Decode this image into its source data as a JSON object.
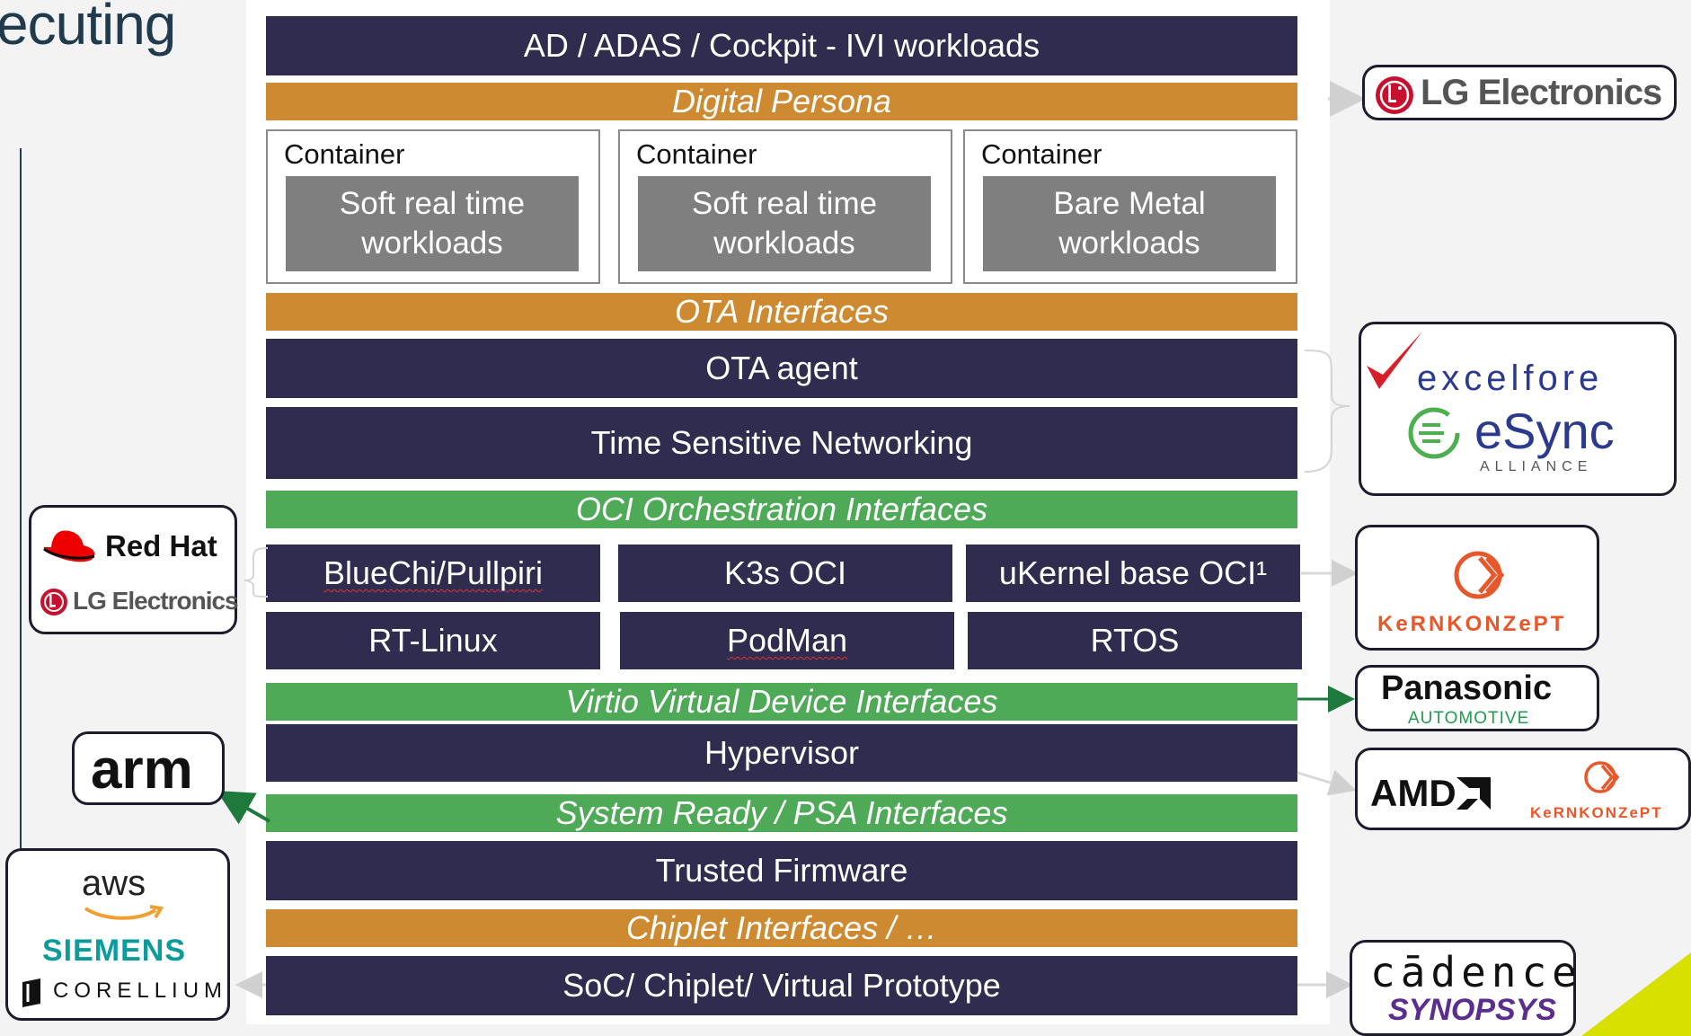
{
  "title_fragment": "ecuting",
  "stack": {
    "rows": {
      "workloads": "AD / ADAS / Cockpit - IVI workloads",
      "digital_persona": "Digital Persona",
      "ota_interfaces": "OTA Interfaces",
      "ota_agent": "OTA agent",
      "tsn": "Time Sensitive Networking",
      "oci_interfaces": "OCI Orchestration Interfaces",
      "virtio": "Virtio Virtual Device Interfaces",
      "hypervisor": "Hypervisor",
      "system_ready": "System Ready / PSA Interfaces",
      "trusted_firmware": "Trusted Firmware",
      "chiplet_interfaces": "Chiplet Interfaces / …",
      "soc": "SoC/ Chiplet/ Virtual Prototype"
    },
    "containers": [
      {
        "label": "Container",
        "content": "Soft real time\nworkloads"
      },
      {
        "label": "Container",
        "content": "Soft real time\nworkloads"
      },
      {
        "label": "Container",
        "content": "Bare Metal\nworkloads"
      }
    ],
    "grid": {
      "row1": [
        "BlueChi/Pullpiri",
        "K3s OCI",
        "uKernel base OCI¹"
      ],
      "row2": [
        "RT-Linux",
        "PodMan",
        "RTOS"
      ]
    }
  },
  "logos": {
    "lg_top": "LG Electronics",
    "excelfore": "excelfore",
    "esync": "eSync",
    "esync_sub": "ALLIANCE",
    "kernkonzept": "KeRNKONZePT",
    "panasonic": "Panasonic",
    "panasonic_sub": "AUTOMOTIVE",
    "amd": "AMD",
    "kernkonzept_small": "KeRNKONZePT",
    "cadence": "cādence",
    "synopsys": "SYNOPSYS",
    "redhat": "Red Hat",
    "lg_left": "LG Electronics",
    "arm": "arm",
    "aws": "aws",
    "siemens": "SIEMENS",
    "corellium": "CORELLIUM"
  },
  "colors": {
    "dark_bar": "#302c4f",
    "orange_bar": "#cd8a31",
    "green_bar": "#4faa58",
    "grey_box": "#7f7f7f",
    "arrow_green": "#1e7a3c",
    "arrow_grey": "#d0d0d0",
    "accent_yellow": "#d8e000"
  }
}
